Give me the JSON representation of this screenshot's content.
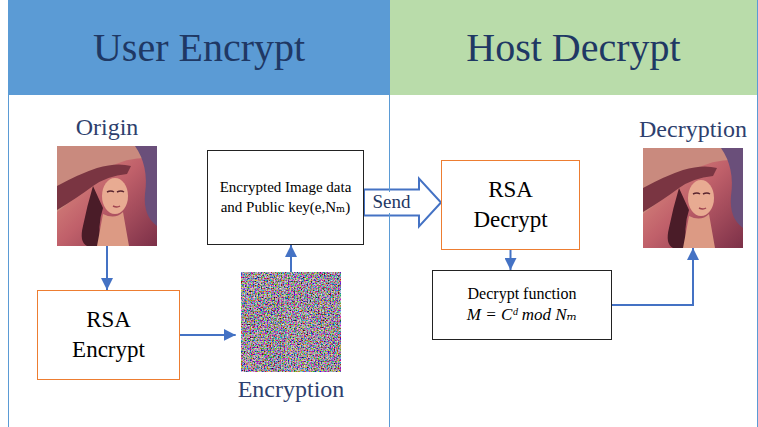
{
  "diagram": {
    "nodes": [
      {
        "text": [
          "User Encrypt"
        ]
      },
      {
        "text": [
          "Host Decrypt"
        ]
      },
      {
        "text": [
          "Origin"
        ],
        "in": 0
      },
      {
        "text": [
          "RSA Encrypt"
        ],
        "in": 0
      },
      {
        "text": [
          "Encryption"
        ],
        "in": 0
      },
      {
        "text": [
          "Encrypted Image data and Public key(e,Nₘ)"
        ],
        "in": 0
      },
      {
        "text": [
          "RSA Decrypt"
        ],
        "in": 1
      },
      {
        "text": [
          "Decrypt function",
          "M = Cᵈ mod Nₘ"
        ],
        "in": 1
      },
      {
        "text": [
          "Decryption"
        ],
        "in": 1
      }
    ],
    "edges": [
      {
        "from": 2,
        "to": 3,
        "arrow": "to"
      },
      {
        "from": 3,
        "to": 4,
        "arrow": "to"
      },
      {
        "from": 4,
        "to": 5,
        "arrow": "to"
      },
      {
        "from": 5,
        "to": 6,
        "label": "Send",
        "arrow": "to"
      },
      {
        "from": 6,
        "to": 7,
        "arrow": "to"
      },
      {
        "from": 7,
        "to": 8,
        "arrow": "to"
      }
    ]
  }
}
